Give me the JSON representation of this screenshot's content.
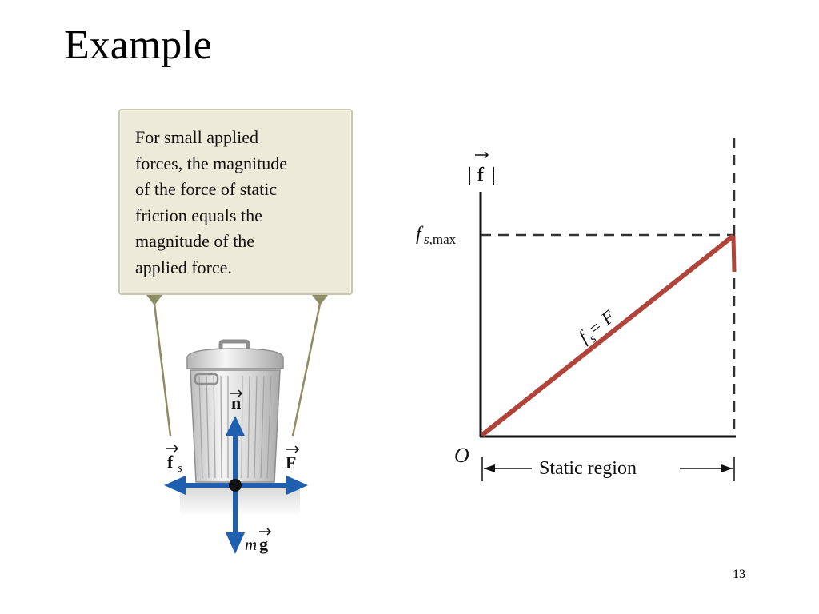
{
  "slide": {
    "title": "Example",
    "page_number": "13"
  },
  "callout": {
    "lines": [
      "For small applied",
      "forces, the magnitude",
      "of the force of static",
      "friction equals the",
      "magnitude of the",
      "applied force."
    ]
  },
  "free_body": {
    "normal_label": "n",
    "friction_label": "f",
    "friction_subscript": "s",
    "applied_label": "F",
    "weight_label_m": "m",
    "weight_label_g": "g"
  },
  "graph": {
    "y_axis_label": "f",
    "y_tick_main": "f",
    "y_tick_sub": "s,max",
    "origin_label": "O",
    "line_label_main": "f",
    "line_label_sub": "s",
    "line_label_rest": " = F",
    "region_label": "Static region"
  },
  "colors": {
    "callout_bg": "#ecebd9",
    "arrow_blue": "#1f5fb0",
    "line_red": "#b0443a",
    "leader_olive": "#8d8c63"
  }
}
